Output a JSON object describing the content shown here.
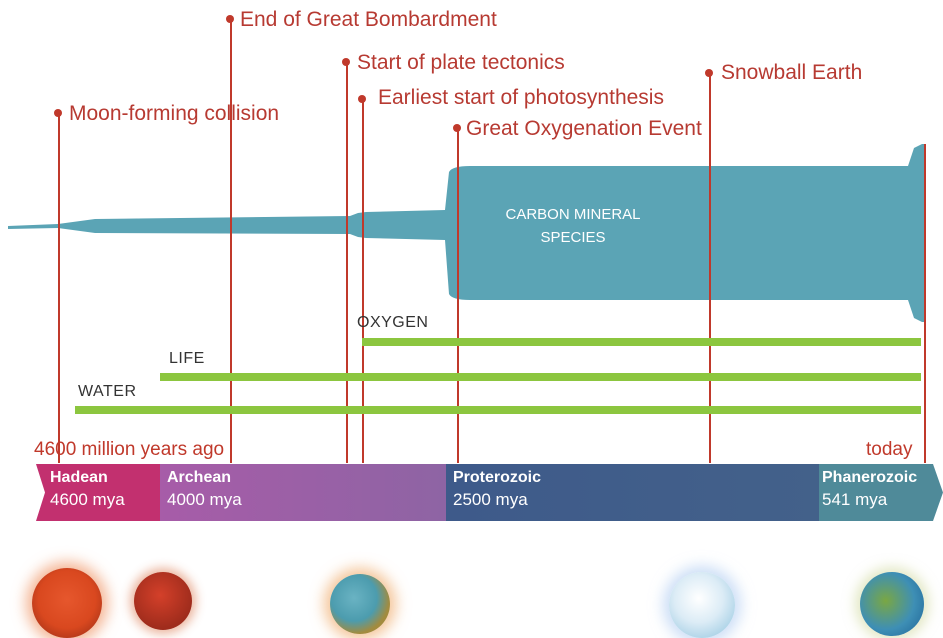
{
  "events": [
    {
      "id": "moon",
      "label": "Moon-forming collision"
    },
    {
      "id": "bombardment",
      "label": "End of Great Bombardment"
    },
    {
      "id": "plates",
      "label": "Start of plate tectonics"
    },
    {
      "id": "photosynthesis",
      "label": "Earliest start of photosynthesis"
    },
    {
      "id": "oxygenation",
      "label": "Great Oxygenation Event"
    },
    {
      "id": "snowball",
      "label": "Snowball Earth"
    }
  ],
  "carbon": {
    "line1": "CARBON MINERAL",
    "line2": "SPECIES"
  },
  "trends": {
    "oxygen": "OXYGEN",
    "life": "LIFE",
    "water": "WATER"
  },
  "axis": {
    "start": "4600 million years ago",
    "end": "today"
  },
  "eons": [
    {
      "name": "Hadean",
      "age": "4600 mya"
    },
    {
      "name": "Archean",
      "age": "4000 mya"
    },
    {
      "name": "Proterozoic",
      "age": "2500 mya"
    },
    {
      "name": "Phanerozoic",
      "age": "541 mya"
    }
  ],
  "colors": {
    "event": "#c0392b",
    "carbon": "#5ba4b5",
    "trend": "#8cc63f",
    "hadean": "#c2306f",
    "archean": "#9a5fa6",
    "proterozoic": "#3f5f88",
    "phanerozoic": "#4f8a99"
  }
}
